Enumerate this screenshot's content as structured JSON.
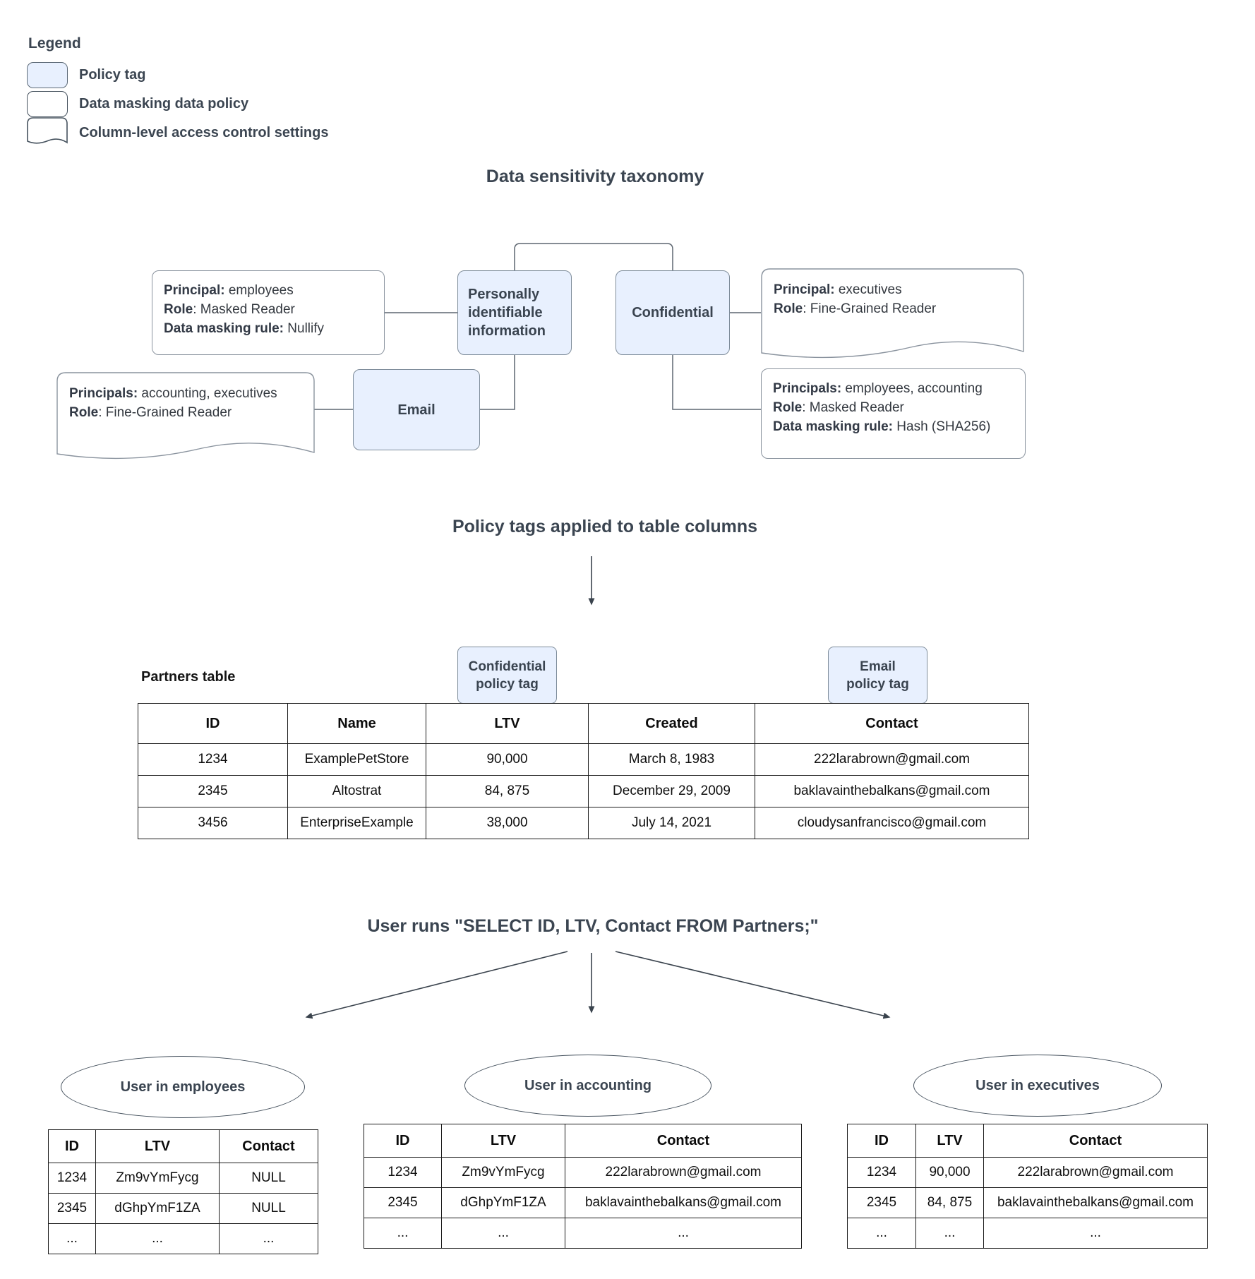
{
  "colors": {
    "ink": "#3b4551",
    "text": "#33383f",
    "line": "#5d6670",
    "arrow": "#3a434d",
    "tag_fill": "#e8f0fe",
    "tag_border": "#7e8c9a",
    "shape_border": "#8a939e",
    "table_border": "#1c1c1c",
    "cell_text": "#0f0f0f"
  },
  "legend": {
    "title": "Legend",
    "items": [
      "Policy tag",
      "Data masking data policy",
      "Column-level access control settings"
    ]
  },
  "taxonomy": {
    "title": "Data sensitivity taxonomy",
    "nodes": {
      "pii": "Personally identifiable information",
      "confidential": "Confidential",
      "email": "Email"
    },
    "nullify_policy": {
      "lines": [
        {
          "b": "Principal:",
          "r": " employees"
        },
        {
          "b": "Role",
          "r": ": Masked Reader"
        },
        {
          "b": "Data masking rule:",
          "r": " Nullify"
        }
      ]
    },
    "executives_access": {
      "lines": [
        {
          "b": "Principal:",
          "r": " executives"
        },
        {
          "b": "Role",
          "r": ": Fine-Grained Reader"
        }
      ]
    },
    "email_access": {
      "lines": [
        {
          "b": "Principals:",
          "r": " accounting, executives"
        },
        {
          "b": "Role",
          "r": ": Fine-Grained Reader"
        }
      ]
    },
    "hash_policy": {
      "lines": [
        {
          "b": "Principals:",
          "r": " employees, accounting"
        },
        {
          "b": "Role",
          "r": ": Masked Reader"
        },
        {
          "b": "Data masking rule:",
          "r": " Hash (SHA256)"
        }
      ]
    }
  },
  "applied": {
    "title": "Policy tags applied to table columns"
  },
  "callouts": {
    "confidential": [
      "Confidential",
      "policy tag"
    ],
    "email": [
      "Email",
      "policy tag"
    ]
  },
  "partners": {
    "label": "Partners table",
    "headers": [
      "ID",
      "Name",
      "LTV",
      "Created",
      "Contact"
    ],
    "rows": [
      [
        "1234",
        "ExamplePetStore",
        "90,000",
        "March 8, 1983",
        "222larabrown@gmail.com"
      ],
      [
        "2345",
        "Altostrat",
        "84, 875",
        "December 29, 2009",
        "baklavainthebalkans@gmail.com"
      ],
      [
        "3456",
        "EnterpriseExample",
        "38,000",
        "July 14, 2021",
        "cloudysanfrancisco@gmail.com"
      ]
    ]
  },
  "query": {
    "title": "User runs \"SELECT ID, LTV, Contact FROM Partners;\""
  },
  "results": {
    "employees": {
      "user": "User in employees",
      "headers": [
        "ID",
        "LTV",
        "Contact"
      ],
      "rows": [
        [
          "1234",
          "Zm9vYmFycg",
          "NULL"
        ],
        [
          "2345",
          "dGhpYmF1ZA",
          "NULL"
        ],
        [
          "...",
          "...",
          "..."
        ]
      ]
    },
    "accounting": {
      "user": "User in accounting",
      "headers": [
        "ID",
        "LTV",
        "Contact"
      ],
      "rows": [
        [
          "1234",
          "Zm9vYmFycg",
          "222larabrown@gmail.com"
        ],
        [
          "2345",
          "dGhpYmF1ZA",
          "baklavainthebalkans@gmail.com"
        ],
        [
          "...",
          "...",
          "..."
        ]
      ]
    },
    "executives": {
      "user": "User in executives",
      "headers": [
        "ID",
        "LTV",
        "Contact"
      ],
      "rows": [
        [
          "1234",
          "90,000",
          "222larabrown@gmail.com"
        ],
        [
          "2345",
          "84, 875",
          "baklavainthebalkans@gmail.com"
        ],
        [
          "...",
          "...",
          "..."
        ]
      ]
    }
  }
}
